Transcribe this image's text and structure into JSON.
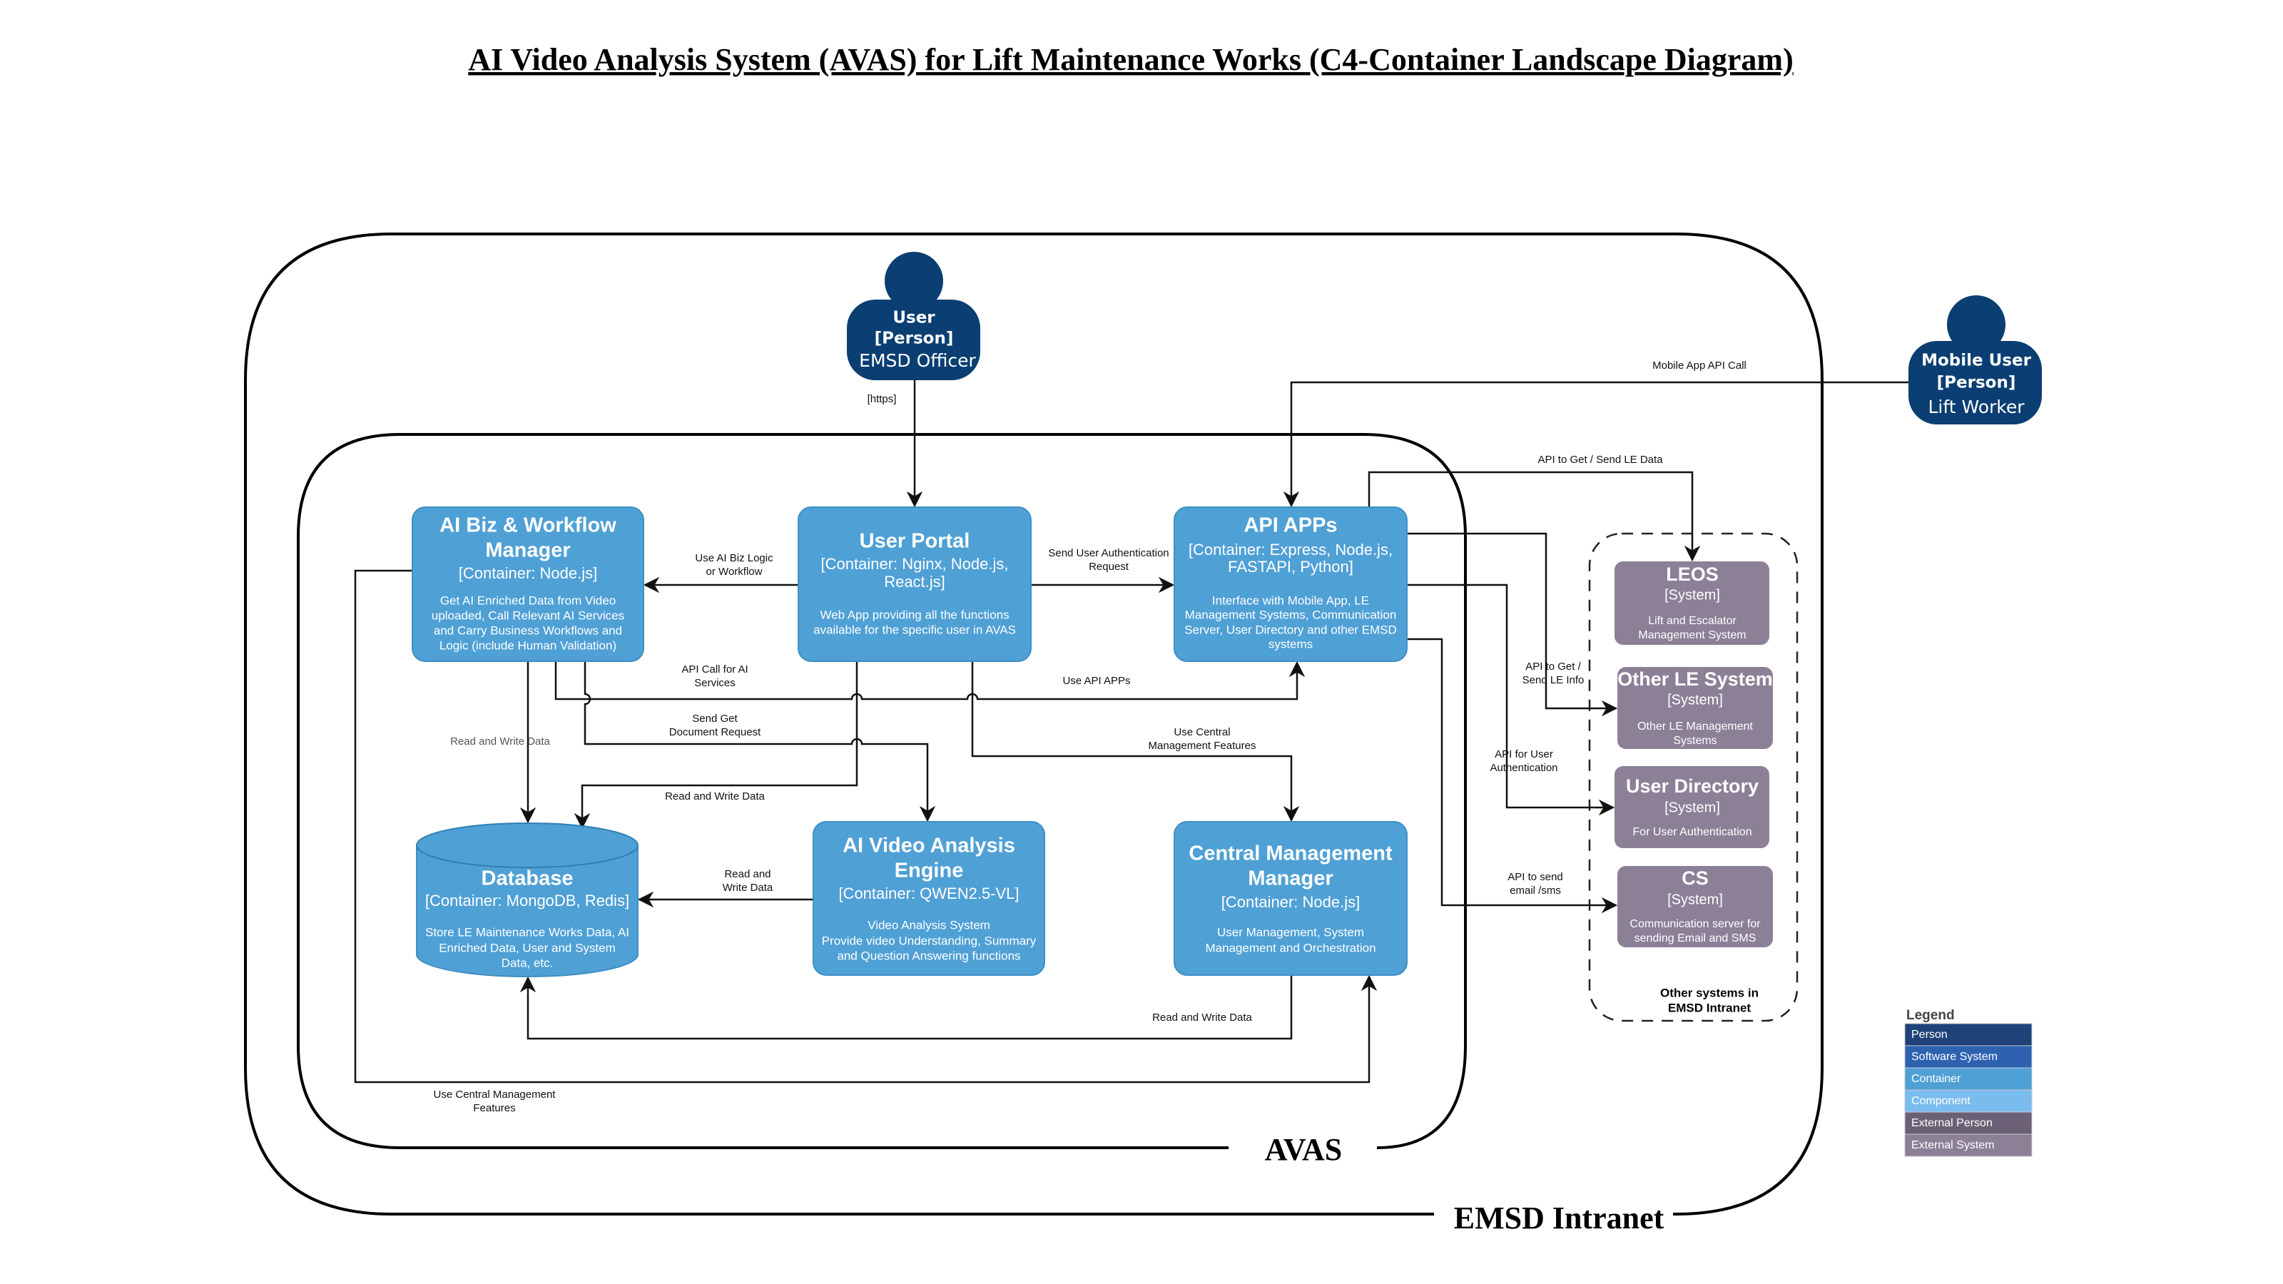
{
  "title": "AI Video Analysis System (AVAS) for Lift Maintenance Works  (C4-Container Landscape Diagram)",
  "boundaries": {
    "intranet": "EMSD Intranet",
    "avas": "AVAS",
    "other_systems": [
      "Other systems in",
      "EMSD Intranet"
    ]
  },
  "colors": {
    "person": "#0b3e72",
    "container": "#4fa0d5",
    "external_system": "#8c8097"
  },
  "persons": {
    "user": {
      "name": "User",
      "type": "[Person]",
      "desc": "EMSD Officer"
    },
    "mobile": {
      "name": "Mobile User",
      "type": "[Person]",
      "desc": "Lift Worker"
    }
  },
  "containers": {
    "ai_biz": {
      "title": [
        "AI Biz & Workflow",
        "Manager"
      ],
      "tech": [
        "[Container: Node.js]"
      ],
      "desc": [
        "Get AI Enriched Data from Video",
        "uploaded, Call Relevant AI Services",
        "and Carry Business Workflows and",
        "Logic (include Human Validation)"
      ]
    },
    "portal": {
      "title": [
        "User Portal"
      ],
      "tech": [
        "[Container: Nginx, Node.js,",
        "React.js]"
      ],
      "desc": [
        "Web App providing all the functions",
        "available for the specific user in AVAS"
      ]
    },
    "api": {
      "title": [
        "API APPs"
      ],
      "tech": [
        "[Container: Express, Node.js,",
        "FASTAPI, Python]"
      ],
      "desc": [
        "Interface with Mobile App, LE",
        "Management Systems, Communication",
        "Server, User Directory and other EMSD",
        "systems"
      ]
    },
    "db": {
      "title": [
        "Database"
      ],
      "tech": [
        "[Container: MongoDB, Redis]"
      ],
      "desc": [
        "Store LE Maintenance Works Data, AI",
        "Enriched Data, User and System",
        "Data, etc."
      ]
    },
    "video": {
      "title": [
        "AI Video Analysis",
        "Engine"
      ],
      "tech": [
        "[Container: QWEN2.5-VL]"
      ],
      "desc": [
        "Video Analysis System",
        "Provide video Understanding, Summary",
        "and Question Answering functions"
      ]
    },
    "central": {
      "title": [
        "Central Management",
        "Manager"
      ],
      "tech": [
        "[Container: Node.js]"
      ],
      "desc": [
        "User Management, System",
        "Management and Orchestration"
      ]
    }
  },
  "systems": {
    "leos": {
      "title": "LEOS",
      "type": "[System]",
      "desc": [
        "Lift and Escalator",
        "Management System"
      ]
    },
    "other_le": {
      "title": "Other LE System",
      "type": "[System]",
      "desc": [
        "Other LE Management",
        "Systems"
      ]
    },
    "user_dir": {
      "title": "User Directory",
      "type": "[System]",
      "desc": [
        "For User Authentication"
      ]
    },
    "cs": {
      "title": "CS",
      "type": "[System]",
      "desc": [
        "Communication server for",
        "sending Email and SMS"
      ]
    }
  },
  "relations": {
    "https": "[https]",
    "mobile_api": "Mobile App  API Call",
    "le_data": "API to Get / Send LE Data",
    "le_info": [
      "API to Get /",
      "Send LE Info"
    ],
    "user_auth": [
      "API for User",
      "Authentication"
    ],
    "email_sms": [
      "API  to send",
      "email /sms"
    ],
    "biz_logic": [
      "Use AI Biz Logic",
      "or Workflow"
    ],
    "auth_req": [
      "Send User Authentication",
      "Request"
    ],
    "ai_call": [
      "API Call for AI",
      "Services"
    ],
    "use_api": "Use API APPs",
    "get_doc": [
      "Send Get",
      "Document Request"
    ],
    "rw_biz": "Read and Write Data",
    "rw_portal": "Read and Write Data",
    "use_central": [
      "Use Central",
      "Management Features"
    ],
    "rw_video": [
      "Read and",
      "Write Data"
    ],
    "rw_central": "Read and Write Data",
    "use_central_biz": [
      "Use Central Management",
      "Features"
    ]
  },
  "legend": {
    "title": "Legend",
    "items": [
      {
        "label": "Person",
        "color": "#1f4378"
      },
      {
        "label": "Software System",
        "color": "#2e62b0"
      },
      {
        "label": "Container",
        "color": "#4fa0d5"
      },
      {
        "label": "Component",
        "color": "#7bbcee"
      },
      {
        "label": "External Person",
        "color": "#6b6075"
      },
      {
        "label": "External  System",
        "color": "#8c8097"
      }
    ]
  }
}
